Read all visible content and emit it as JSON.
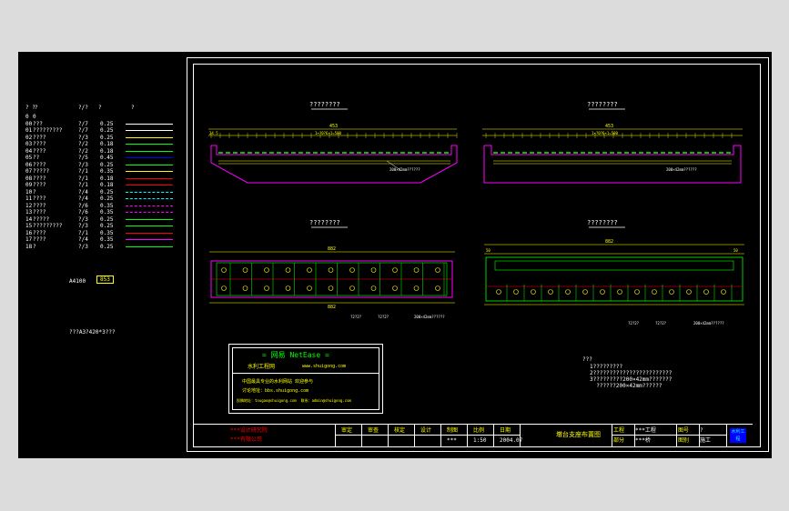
{
  "layer_table": {
    "header": [
      "? ?",
      "?",
      "?/?",
      "?",
      "?"
    ],
    "rows": [
      {
        "no": "0",
        "name": "0",
        "lw": "",
        "lc": "",
        "color": ""
      },
      {
        "no": "00",
        "name": "???",
        "lw": "?/7",
        "lc": "0.25",
        "color": "#ffffff"
      },
      {
        "no": "01",
        "name": "?????????",
        "lw": "?/7",
        "lc": "0.25",
        "color": "#ffffff"
      },
      {
        "no": "02",
        "name": "????",
        "lw": "?/3",
        "lc": "0.25",
        "color": "#ffff00"
      },
      {
        "no": "03",
        "name": "????",
        "lw": "?/2",
        "lc": "0.18",
        "color": "#00ff00"
      },
      {
        "no": "04",
        "name": "????",
        "lw": "?/2",
        "lc": "0.18",
        "color": "#00ff00"
      },
      {
        "no": "05",
        "name": "??",
        "lw": "?/5",
        "lc": "0.45",
        "color": "#0000ff"
      },
      {
        "no": "06",
        "name": "????",
        "lw": "?/3",
        "lc": "0.25",
        "color": "#00ff00"
      },
      {
        "no": "07",
        "name": "?????",
        "lw": "?/1",
        "lc": "0.35",
        "color": "#ffff00"
      },
      {
        "no": "08",
        "name": "????",
        "lw": "?/1",
        "lc": "0.18",
        "color": "#ff0000"
      },
      {
        "no": "09",
        "name": "????",
        "lw": "?/1",
        "lc": "0.18",
        "color": "#ff0000"
      },
      {
        "no": "10",
        "name": "?",
        "lw": "?/4",
        "lc": "0.25",
        "color": "#00ffff"
      },
      {
        "no": "11",
        "name": "????",
        "lw": "?/4",
        "lc": "0.25",
        "color": "#00ffff"
      },
      {
        "no": "12",
        "name": "????",
        "lw": "?/6",
        "lc": "0.35",
        "color": "#ff00ff"
      },
      {
        "no": "13",
        "name": "????",
        "lw": "?/6",
        "lc": "0.35",
        "color": "#ff00ff"
      },
      {
        "no": "14",
        "name": "?????",
        "lw": "?/3",
        "lc": "0.25",
        "color": "#00ff00"
      },
      {
        "no": "15",
        "name": "?????????",
        "lw": "?/3",
        "lc": "0.25",
        "color": "#00ff00"
      },
      {
        "no": "16",
        "name": "????",
        "lw": "?/1",
        "lc": "0.35",
        "color": "#ff0000"
      },
      {
        "no": "17",
        "name": "????",
        "lw": "?/4",
        "lc": "0.35",
        "color": "#ff00ff"
      },
      {
        "no": "18",
        "name": "?",
        "lw": "?/3",
        "lc": "0.25",
        "color": "#00ff00"
      }
    ]
  },
  "scale_label": "A4100",
  "scale_box": "853",
  "paper_note": "???A3?420*3???",
  "views": {
    "top_left_title": "????????",
    "top_right_title": "????????",
    "bottom_left_title": "????????",
    "bottom_right_title": "????????",
    "dim_top": "453",
    "dim_sub": "1×?0?6×1=500",
    "dim_end": "24.5",
    "bottom_dim": "882",
    "bottom_dim2": "882",
    "dim_50": "50",
    "callouts": [
      "?2?2?",
      "?2?2?",
      "200×42mm??????"
    ]
  },
  "notes": {
    "title": "???",
    "lines": [
      "1?????????",
      "2????????????????????????",
      "3?????????200×42mm???????",
      "  ??????200×42mm??????"
    ]
  },
  "stamp": {
    "title": "= 网易 NetEase =",
    "subtitle": "水利工程网",
    "url": "www.shuigong.com",
    "line1": "中国最具专业的水利网站 欢迎参与",
    "line2": "讨论地址：bbs.shuigong.com",
    "line3": "投稿地址：tougao@shuigong.com  联系：admin@shuigong.com"
  },
  "title_block": {
    "company1": "***设计研究院",
    "company2": "***有限公司",
    "headers": [
      "审定",
      "审查",
      "核定",
      "设计",
      "制图",
      "比例",
      "日期"
    ],
    "vals": [
      "",
      "",
      "",
      "",
      "***",
      "1:50",
      "2004.07"
    ],
    "drawing_name": "墩台支座布置图",
    "right_labels": [
      "工程",
      "部分",
      "图号",
      "图别"
    ],
    "right_vals": [
      "***工程",
      "***桥",
      "?",
      "施工"
    ],
    "logo": "水利工程"
  }
}
